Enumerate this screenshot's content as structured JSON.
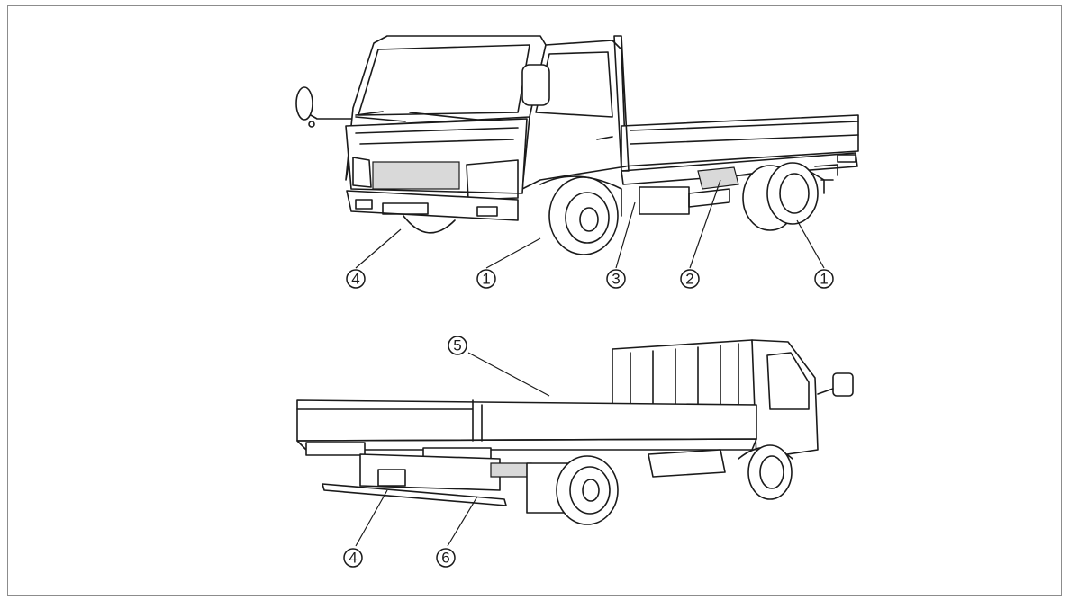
{
  "callouts": [
    {
      "id": "top-4",
      "label": "4"
    },
    {
      "id": "top-1a",
      "label": "1"
    },
    {
      "id": "top-3",
      "label": "3"
    },
    {
      "id": "top-2",
      "label": "2"
    },
    {
      "id": "top-1b",
      "label": "1"
    },
    {
      "id": "bottom-5",
      "label": "5"
    },
    {
      "id": "bottom-4",
      "label": "4"
    },
    {
      "id": "bottom-6",
      "label": "6"
    }
  ],
  "colors": {
    "line": "#1a1a1a",
    "frame": "#8c8c8c",
    "background": "#ffffff"
  }
}
